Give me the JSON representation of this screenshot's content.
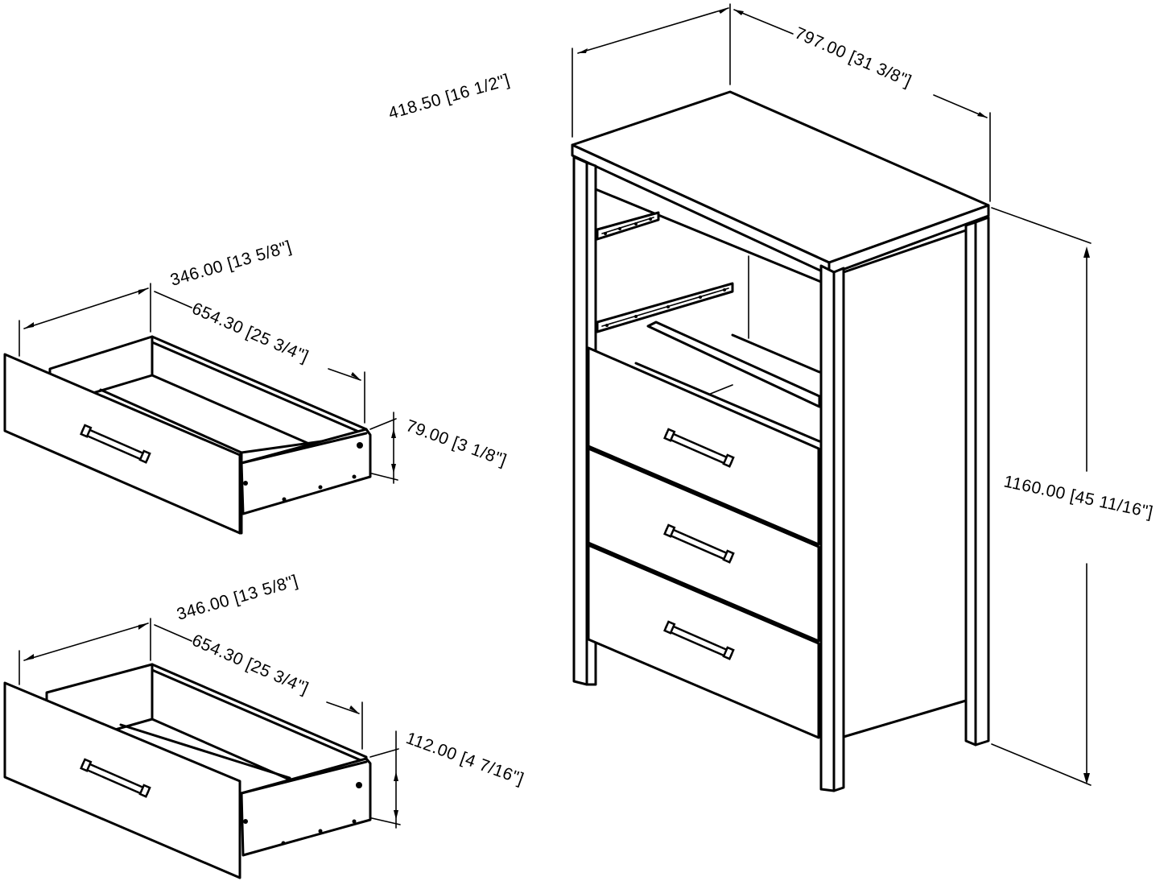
{
  "dimensions": {
    "chest_depth": "418.50 [16 1/2\"]",
    "chest_width": "797.00 [31 3/8\"]",
    "chest_height": "1160.00 [45 11/16\"]",
    "drawer_small_width": "346.00 [13 5/8\"]",
    "drawer_small_depth": "654.30 [25 3/4\"]",
    "drawer_small_height": "79.00 [3 1/8\"]",
    "drawer_large_width": "346.00 [13 5/8\"]",
    "drawer_large_depth": "654.30 [25 3/4\"]",
    "drawer_large_height": "112.00 [4 7/16\"]"
  }
}
